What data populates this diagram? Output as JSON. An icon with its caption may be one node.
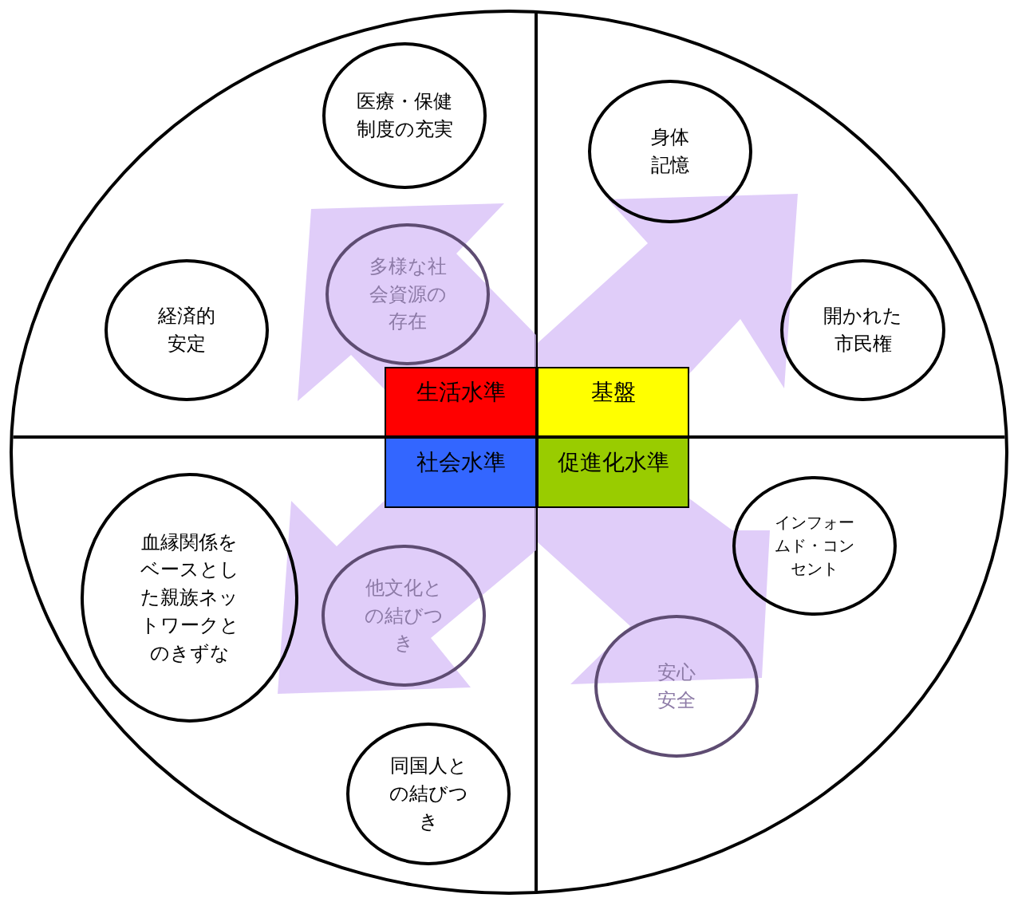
{
  "diagram": {
    "nodes": [
      {
        "text": [],
        "shape": "circle"
      },
      {
        "text": [
          "医療・保健制度の充実"
        ],
        "in": 0
      },
      {
        "text": [
          "身体記憶"
        ],
        "in": 0
      },
      {
        "text": [
          "多様な社会資源の存在"
        ],
        "in": 0
      },
      {
        "text": [
          "経済的安定"
        ],
        "in": 0
      },
      {
        "text": [
          "開かれた市民権"
        ],
        "in": 0
      },
      {
        "text": [
          "生活水準"
        ],
        "in": 0
      },
      {
        "text": [
          "基盤"
        ],
        "in": 0
      },
      {
        "text": [
          "社会水準"
        ],
        "in": 0
      },
      {
        "text": [
          "促進化水準"
        ],
        "in": 0
      },
      {
        "text": [
          "血縁関係をベースとした親族ネットワークとのきずな"
        ],
        "in": 0
      },
      {
        "text": [
          "インフォームド・コンセント"
        ],
        "in": 0
      },
      {
        "text": [
          "他文化との結びつき"
        ],
        "in": 0
      },
      {
        "text": [
          "安心安全"
        ],
        "in": 0
      },
      {
        "text": [
          "同国人との結びつき"
        ],
        "in": 0
      }
    ]
  }
}
